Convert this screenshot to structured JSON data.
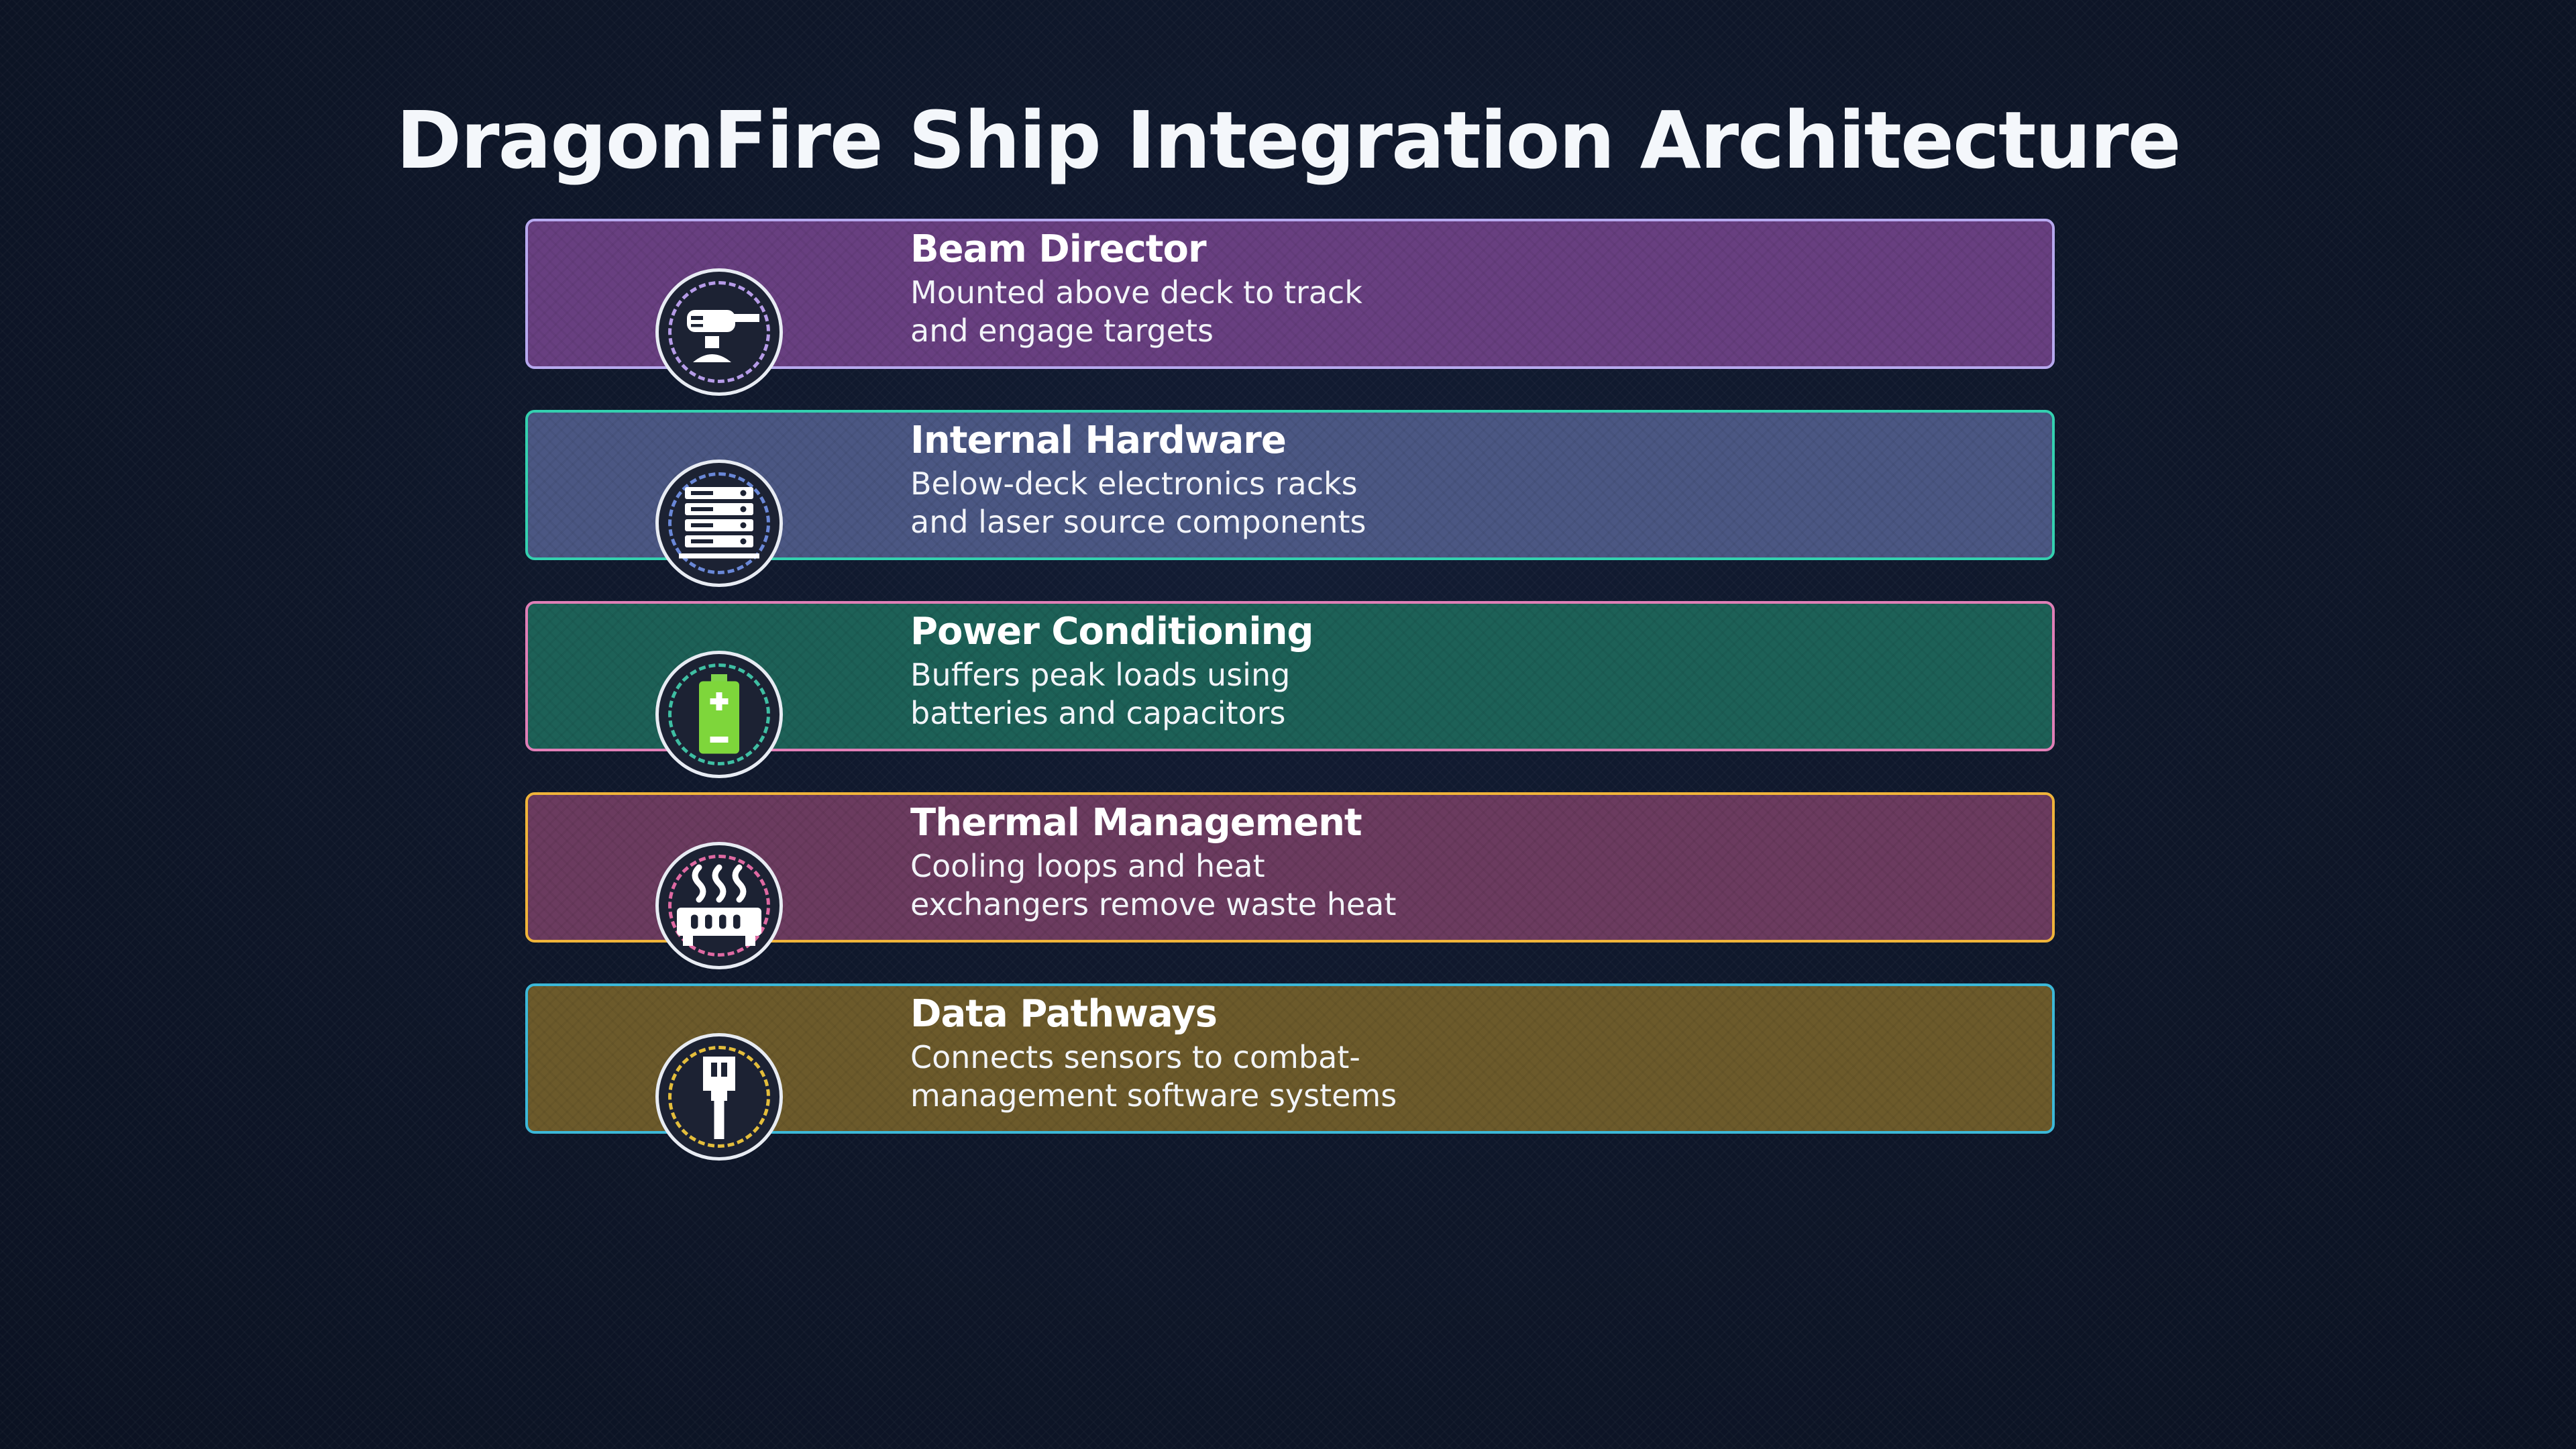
{
  "title": "DragonFire Ship Integration Architecture",
  "rows": [
    {
      "title": "Beam Director",
      "desc_lines": [
        "Mounted above deck to track",
        "and engage targets"
      ],
      "icon": "turret-icon",
      "fill": "#683f80",
      "border": "#b7a9ef",
      "ring": "#b69ce8"
    },
    {
      "title": "Internal Hardware",
      "desc_lines": [
        "Below-deck electronics racks",
        "and laser source components"
      ],
      "icon": "server-rack-icon",
      "fill": "#4b5783",
      "border": "#34d1b0",
      "ring": "#6a88d8"
    },
    {
      "title": "Power Conditioning",
      "desc_lines": [
        "Buffers peak loads using",
        "batteries and capacitors"
      ],
      "icon": "battery-icon",
      "fill": "#1d6157",
      "border": "#e07fb7",
      "ring": "#3fbfa3"
    },
    {
      "title": "Thermal Management",
      "desc_lines": [
        "Cooling loops and heat",
        "exchangers remove waste heat"
      ],
      "icon": "heat-exchanger-icon",
      "fill": "#6b3b5f",
      "border": "#f0b43a",
      "ring": "#e06aa3"
    },
    {
      "title": "Data Pathways",
      "desc_lines": [
        "Connects sensors to combat-",
        "management software systems"
      ],
      "icon": "network-connector-icon",
      "fill": "#6c5a2b",
      "border": "#3cb8d8",
      "ring": "#e4be3c"
    }
  ]
}
